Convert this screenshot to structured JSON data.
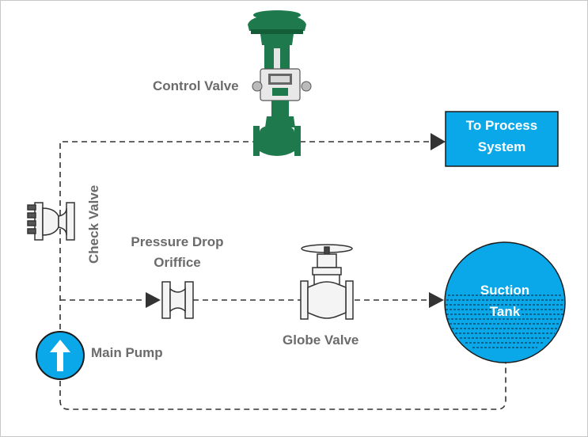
{
  "labels": {
    "control_valve": "Control Valve",
    "check_valve": "Check Valve",
    "pressure_drop": "Pressure Drop",
    "orifice": "Oriffice",
    "globe_valve": "Globe Valve",
    "main_pump": "Main Pump",
    "process_line1": "To Process",
    "process_line2": "System",
    "tank_line1": "Suction",
    "tank_line2": "Tank"
  },
  "colors": {
    "accent_blue": "#0aa8e8",
    "valve_green": "#1e7a4c",
    "line": "#333333",
    "label_gray": "#6b6b6b"
  }
}
